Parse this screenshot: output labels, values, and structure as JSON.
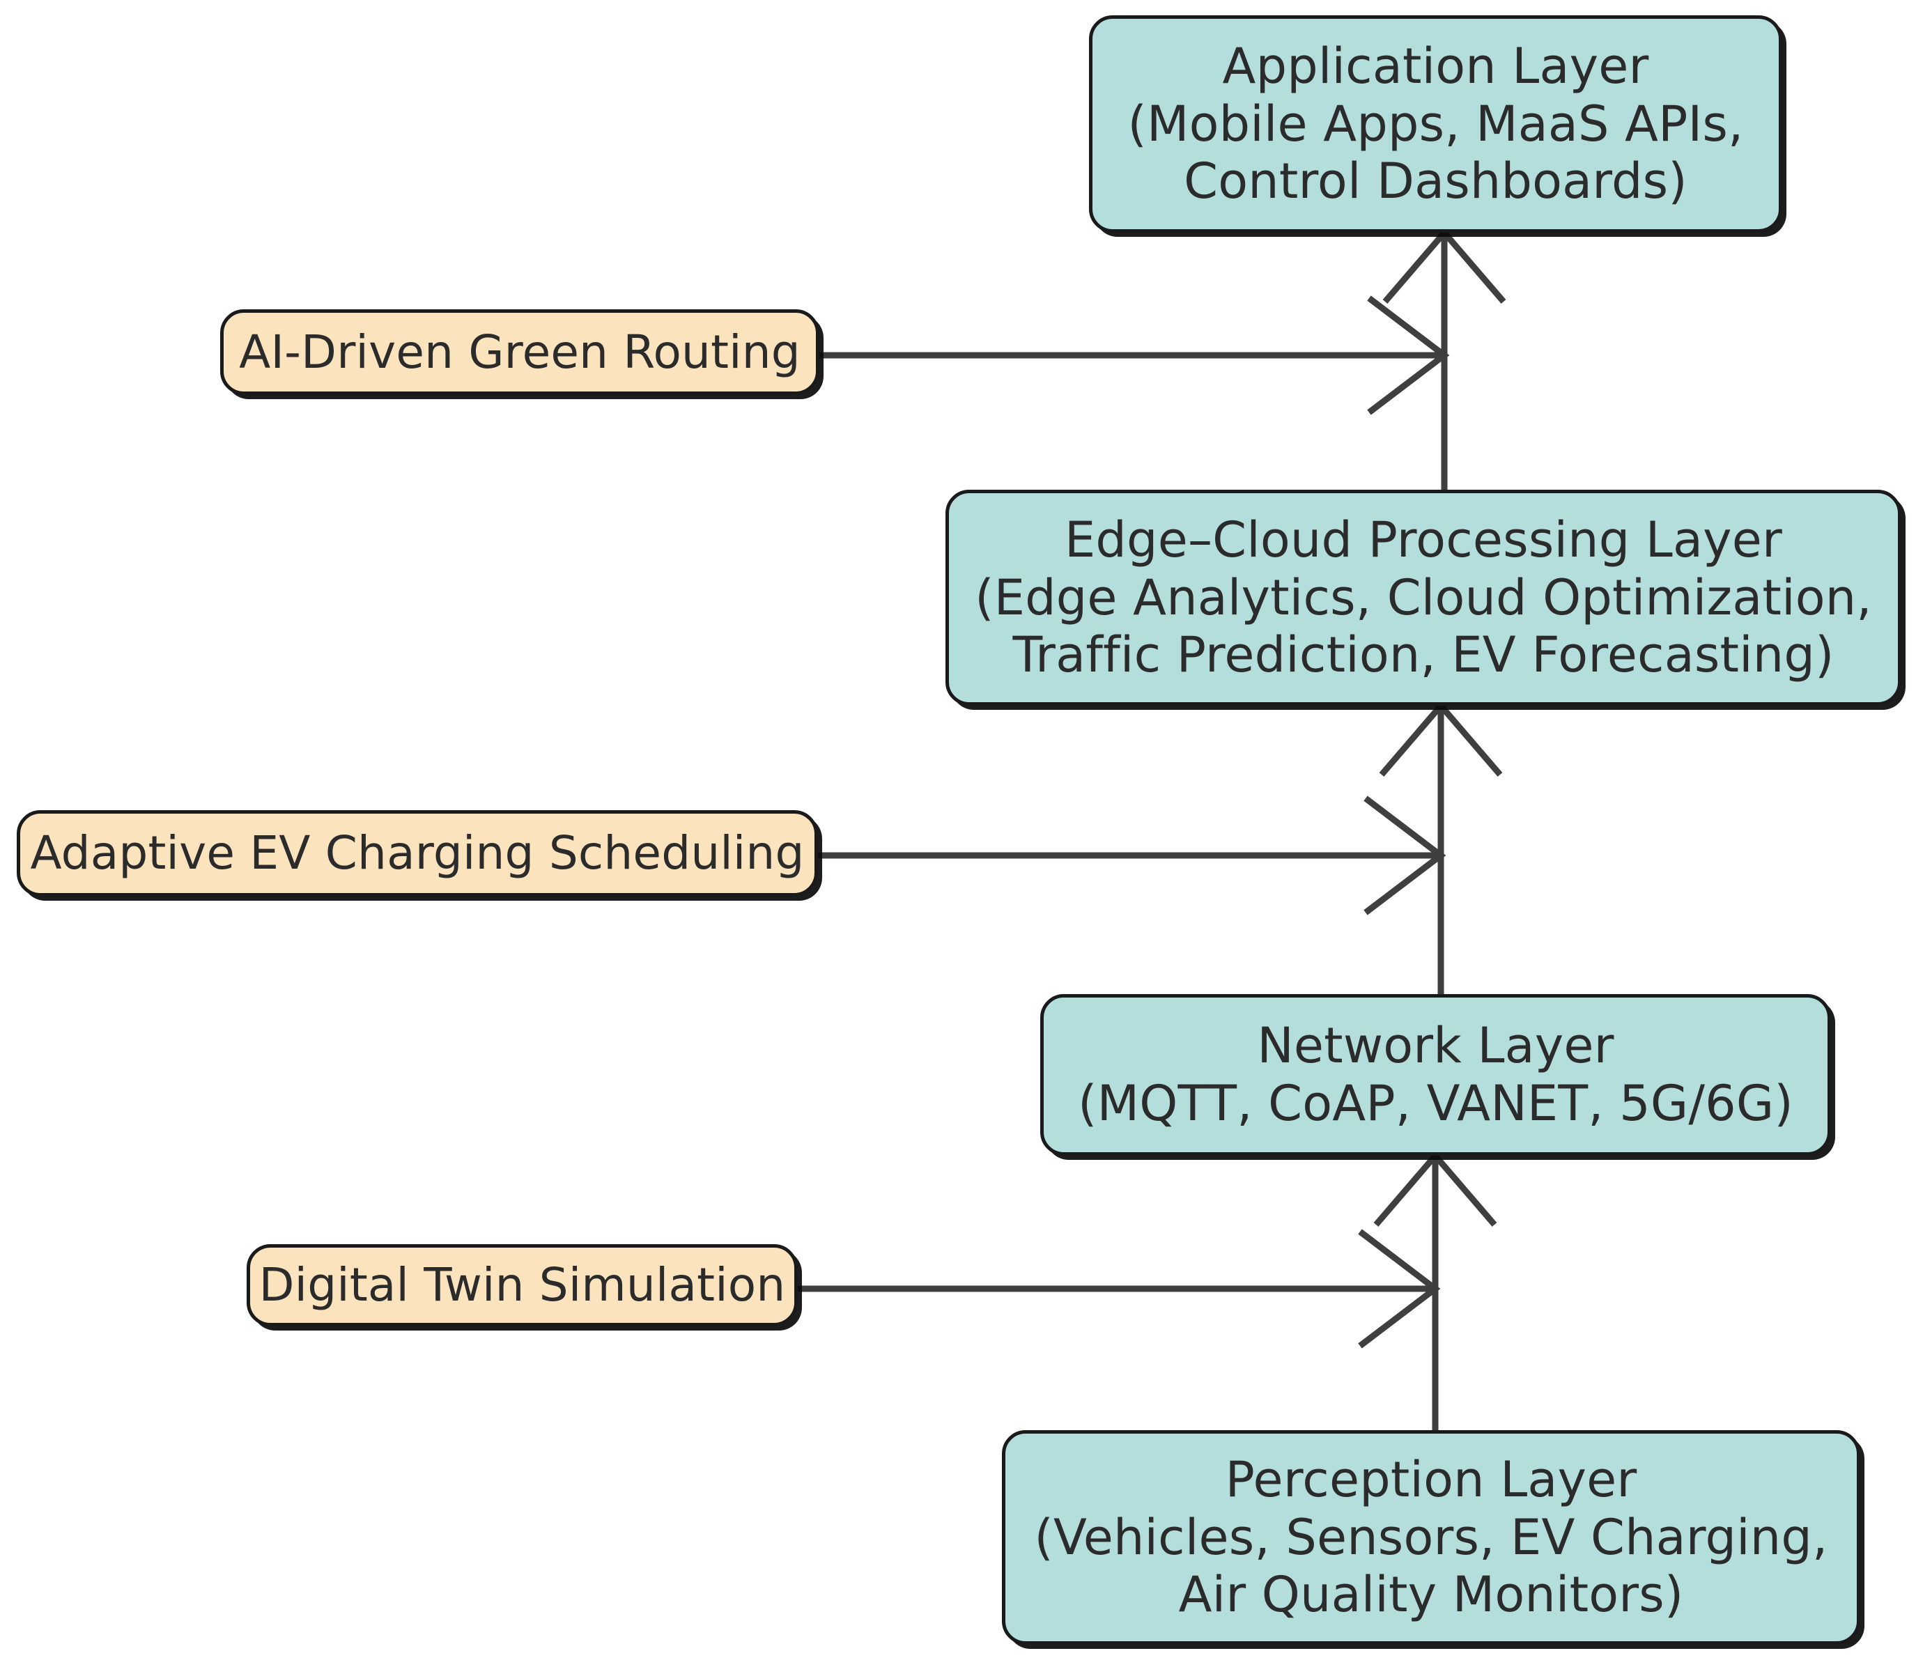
{
  "diagram": {
    "type": "layered-architecture-flow",
    "background_color": "#ffffff",
    "palette": {
      "layer_fill": "#b3dedb",
      "feature_fill": "#fbe3bd",
      "stroke": "#1a1a1a",
      "edge_stroke": "#3f3f3f",
      "text": "#2b2b2b"
    },
    "nodes": {
      "application_layer": {
        "id": "application-layer",
        "category": "layer",
        "lines": [
          "Application Layer",
          "(Mobile Apps, MaaS APIs,",
          "Control Dashboards)"
        ]
      },
      "edge_cloud_layer": {
        "id": "edge-cloud-processing-layer",
        "category": "layer",
        "lines": [
          "Edge–Cloud Processing Layer",
          "(Edge Analytics, Cloud Optimization,",
          "Traffic Prediction, EV Forecasting)"
        ]
      },
      "network_layer": {
        "id": "network-layer",
        "category": "layer",
        "lines": [
          "Network Layer",
          "(MQTT, CoAP, VANET, 5G/6G)"
        ]
      },
      "perception_layer": {
        "id": "perception-layer",
        "category": "layer",
        "lines": [
          "Perception Layer",
          "(Vehicles, Sensors, EV Charging,",
          "Air Quality Monitors)"
        ]
      },
      "green_routing": {
        "id": "ai-driven-green-routing",
        "category": "feature",
        "lines": [
          "AI-Driven Green Routing"
        ]
      },
      "ev_charging": {
        "id": "adaptive-ev-charging-scheduling",
        "category": "feature",
        "lines": [
          "Adaptive EV Charging Scheduling"
        ]
      },
      "digital_twin": {
        "id": "digital-twin-simulation",
        "category": "feature",
        "lines": [
          "Digital Twin Simulation"
        ]
      }
    },
    "edges": [
      {
        "from": "perception_layer",
        "to": "network_layer",
        "style": "arrow-up"
      },
      {
        "from": "network_layer",
        "to": "edge_cloud_layer",
        "style": "arrow-up"
      },
      {
        "from": "edge_cloud_layer",
        "to": "application_layer",
        "style": "arrow-up"
      },
      {
        "from": "digital_twin",
        "to": "network_layer",
        "style": "arrow-right"
      },
      {
        "from": "ev_charging",
        "to": "edge_cloud_layer",
        "style": "arrow-right"
      },
      {
        "from": "green_routing",
        "to": "application_layer",
        "style": "arrow-right"
      }
    ]
  }
}
